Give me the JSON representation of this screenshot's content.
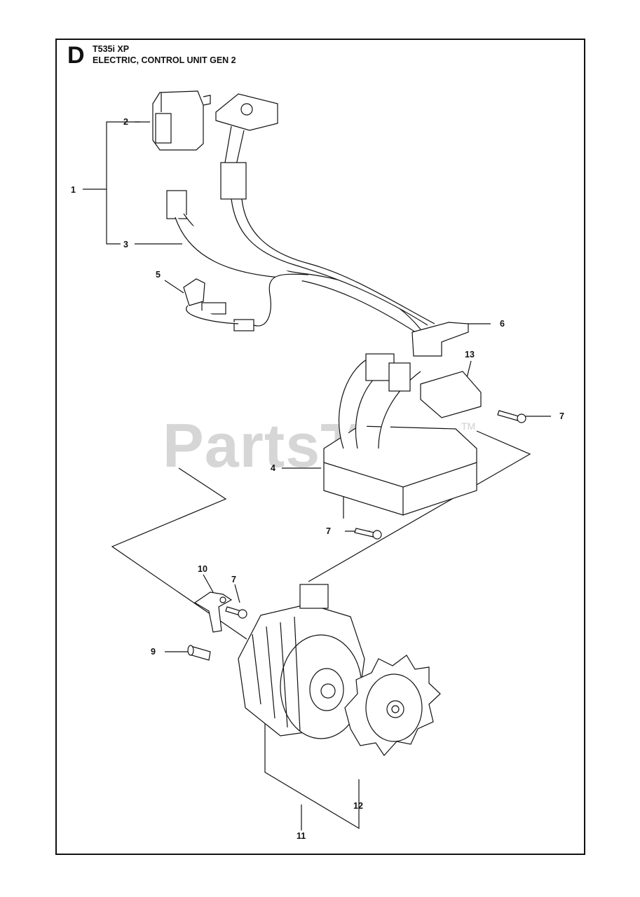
{
  "header": {
    "section_letter": "D",
    "model": "T535i XP",
    "subtitle": "ELECTRIC, CONTROL UNIT GEN 2"
  },
  "watermark": {
    "text": "PartsTree",
    "tm": "TM"
  },
  "callouts": {
    "c1": "1",
    "c2": "2",
    "c3": "3",
    "c4": "4",
    "c5": "5",
    "c6": "6",
    "c7a": "7",
    "c7b": "7",
    "c7c": "7",
    "c9": "9",
    "c10": "10",
    "c11": "11",
    "c12": "12",
    "c13": "13"
  },
  "colors": {
    "ink": "#111111",
    "watermark": "#d6d6d6",
    "background": "#ffffff"
  }
}
